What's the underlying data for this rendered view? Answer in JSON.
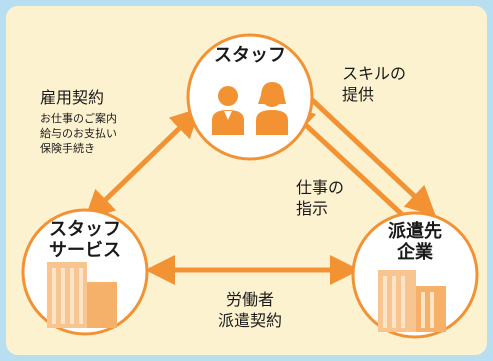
{
  "nodes": {
    "staff": {
      "label": "スタッフ"
    },
    "staff_service": {
      "label_line1": "スタッフ",
      "label_line2": "サービス"
    },
    "client": {
      "label_line1": "派遣先",
      "label_line2": "企業"
    }
  },
  "edges": {
    "employment": {
      "title": "雇用契約",
      "details": [
        "お仕事のご案内",
        "給与のお支払い",
        "保険手続き"
      ]
    },
    "skill": {
      "line1": "スキルの",
      "line2": "提供"
    },
    "instruction": {
      "line1": "仕事の",
      "line2": "指示"
    },
    "dispatch": {
      "line1": "労働者",
      "line2": "派遣契約"
    }
  },
  "colors": {
    "background": "#b8dff1",
    "panel": "#fdf2d0",
    "accent": "#f39233",
    "circle_fill": "#ffffff"
  }
}
